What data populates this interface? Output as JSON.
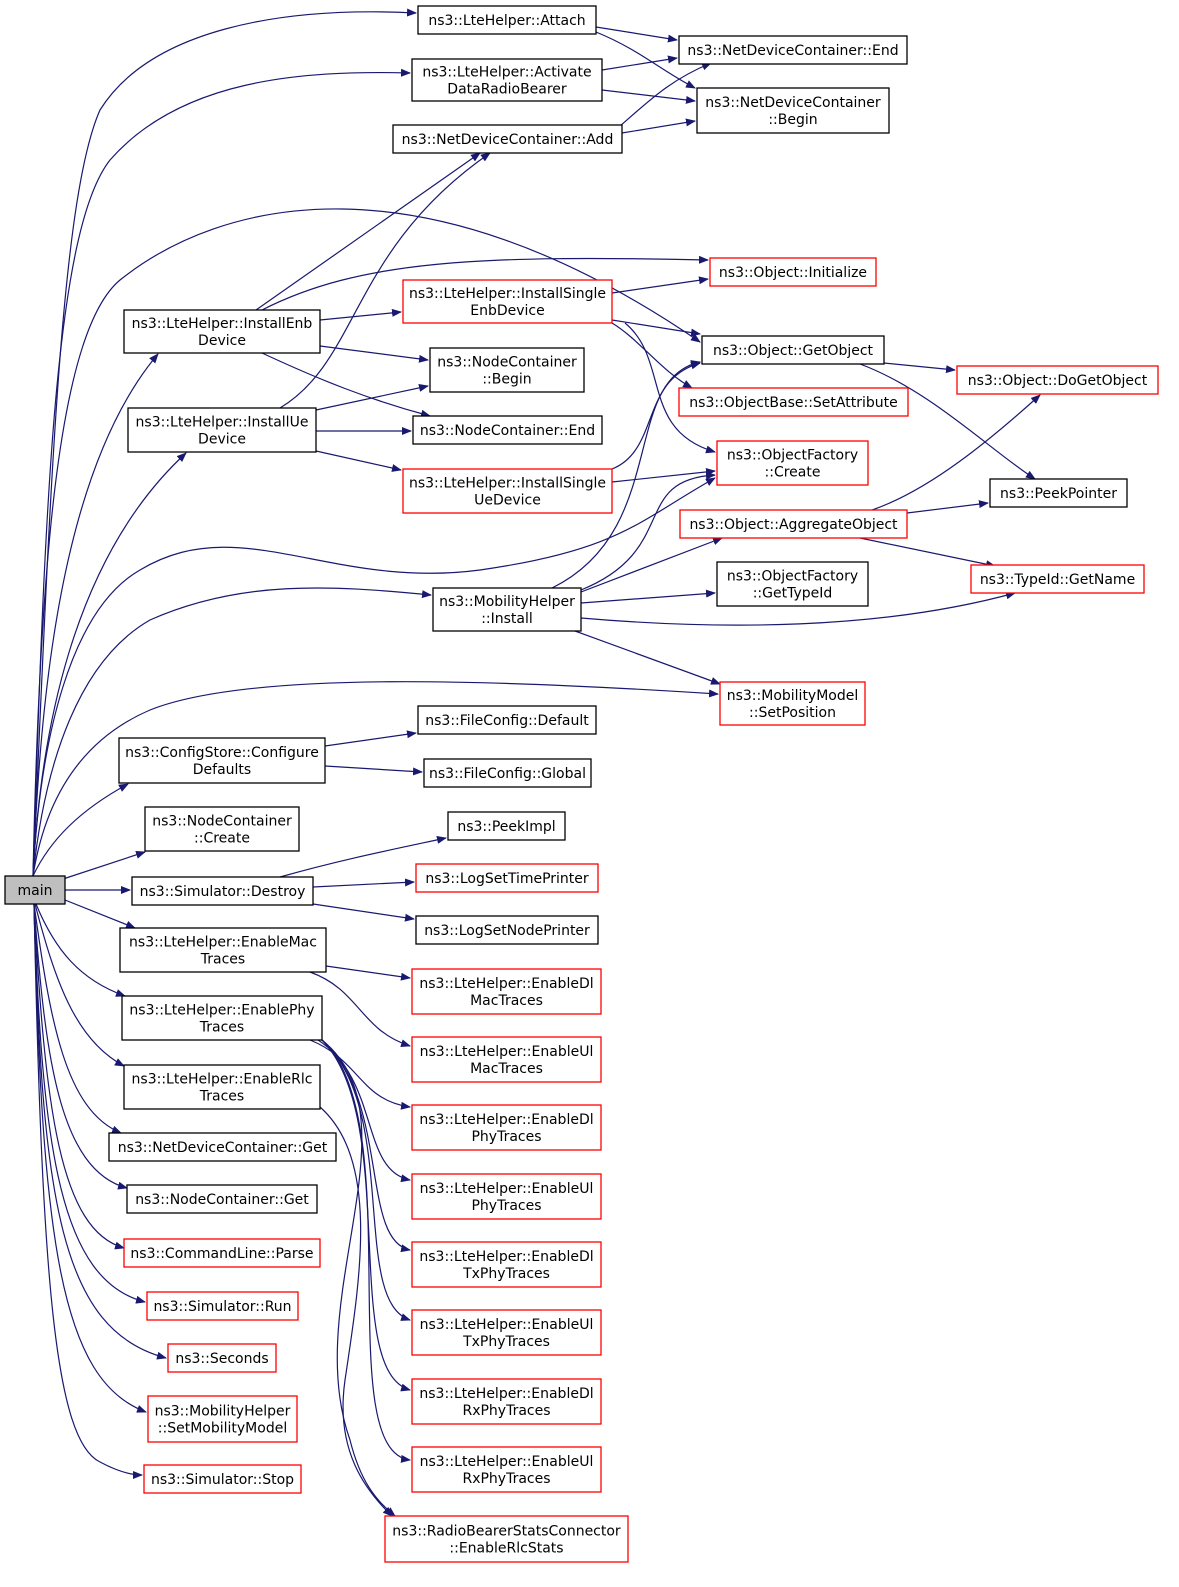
{
  "colors": {
    "edge": "#191970",
    "linked_border": "#000000",
    "undocumented_border": "#ff0000",
    "root_fill": "#bfbfbf",
    "node_fill": "#ffffff"
  },
  "nodes": [
    {
      "id": "main",
      "lines": [
        "main"
      ],
      "kind": "root"
    },
    {
      "id": "attach",
      "lines": [
        "ns3::LteHelper::Attach"
      ],
      "kind": "linked"
    },
    {
      "id": "activate",
      "lines": [
        "ns3::LteHelper::Activate",
        "DataRadioBearer"
      ],
      "kind": "linked"
    },
    {
      "id": "ndc_add",
      "lines": [
        "ns3::NetDeviceContainer::Add"
      ],
      "kind": "linked"
    },
    {
      "id": "ndc_end",
      "lines": [
        "ns3::NetDeviceContainer::End"
      ],
      "kind": "linked"
    },
    {
      "id": "ndc_begin",
      "lines": [
        "ns3::NetDeviceContainer",
        "::Begin"
      ],
      "kind": "linked"
    },
    {
      "id": "obj_init",
      "lines": [
        "ns3::Object::Initialize"
      ],
      "kind": "undocumented"
    },
    {
      "id": "install_single_enb",
      "lines": [
        "ns3::LteHelper::InstallSingle",
        "EnbDevice"
      ],
      "kind": "undocumented"
    },
    {
      "id": "install_enb",
      "lines": [
        "ns3::LteHelper::InstallEnb",
        "Device"
      ],
      "kind": "linked"
    },
    {
      "id": "get_object",
      "lines": [
        "ns3::Object::GetObject"
      ],
      "kind": "linked"
    },
    {
      "id": "do_get_object",
      "lines": [
        "ns3::Object::DoGetObject"
      ],
      "kind": "undocumented"
    },
    {
      "id": "nc_begin",
      "lines": [
        "ns3::NodeContainer",
        "::Begin"
      ],
      "kind": "linked"
    },
    {
      "id": "set_attribute",
      "lines": [
        "ns3::ObjectBase::SetAttribute"
      ],
      "kind": "undocumented"
    },
    {
      "id": "install_ue",
      "lines": [
        "ns3::LteHelper::InstallUe",
        "Device"
      ],
      "kind": "linked"
    },
    {
      "id": "nc_end",
      "lines": [
        "ns3::NodeContainer::End"
      ],
      "kind": "linked"
    },
    {
      "id": "of_create",
      "lines": [
        "ns3::ObjectFactory",
        "::Create"
      ],
      "kind": "undocumented"
    },
    {
      "id": "install_single_ue",
      "lines": [
        "ns3::LteHelper::InstallSingle",
        "UeDevice"
      ],
      "kind": "undocumented"
    },
    {
      "id": "peek_pointer",
      "lines": [
        "ns3::PeekPointer"
      ],
      "kind": "linked"
    },
    {
      "id": "aggregate",
      "lines": [
        "ns3::Object::AggregateObject"
      ],
      "kind": "undocumented"
    },
    {
      "id": "get_name",
      "lines": [
        "ns3::TypeId::GetName"
      ],
      "kind": "undocumented"
    },
    {
      "id": "mobility_install",
      "lines": [
        "ns3::MobilityHelper",
        "::Install"
      ],
      "kind": "linked"
    },
    {
      "id": "of_get_type_id",
      "lines": [
        "ns3::ObjectFactory",
        "::GetTypeId"
      ],
      "kind": "linked"
    },
    {
      "id": "set_position",
      "lines": [
        "ns3::MobilityModel",
        "::SetPosition"
      ],
      "kind": "undocumented"
    },
    {
      "id": "fc_default",
      "lines": [
        "ns3::FileConfig::Default"
      ],
      "kind": "linked"
    },
    {
      "id": "configure_defaults",
      "lines": [
        "ns3::ConfigStore::Configure",
        "Defaults"
      ],
      "kind": "linked"
    },
    {
      "id": "fc_global",
      "lines": [
        "ns3::FileConfig::Global"
      ],
      "kind": "linked"
    },
    {
      "id": "nc_create",
      "lines": [
        "ns3::NodeContainer",
        "::Create"
      ],
      "kind": "linked"
    },
    {
      "id": "peek_impl",
      "lines": [
        "ns3::PeekImpl"
      ],
      "kind": "linked"
    },
    {
      "id": "sim_destroy",
      "lines": [
        "ns3::Simulator::Destroy"
      ],
      "kind": "linked"
    },
    {
      "id": "log_time",
      "lines": [
        "ns3::LogSetTimePrinter"
      ],
      "kind": "undocumented"
    },
    {
      "id": "log_node",
      "lines": [
        "ns3::LogSetNodePrinter"
      ],
      "kind": "linked"
    },
    {
      "id": "enable_mac",
      "lines": [
        "ns3::LteHelper::EnableMac",
        "Traces"
      ],
      "kind": "linked"
    },
    {
      "id": "enable_dl_mac",
      "lines": [
        "ns3::LteHelper::EnableDl",
        "MacTraces"
      ],
      "kind": "undocumented"
    },
    {
      "id": "enable_phy",
      "lines": [
        "ns3::LteHelper::EnablePhy",
        "Traces"
      ],
      "kind": "linked"
    },
    {
      "id": "enable_ul_mac",
      "lines": [
        "ns3::LteHelper::EnableUl",
        "MacTraces"
      ],
      "kind": "undocumented"
    },
    {
      "id": "enable_rlc",
      "lines": [
        "ns3::LteHelper::EnableRlc",
        "Traces"
      ],
      "kind": "linked"
    },
    {
      "id": "enable_dl_phy",
      "lines": [
        "ns3::LteHelper::EnableDl",
        "PhyTraces"
      ],
      "kind": "undocumented"
    },
    {
      "id": "ndc_get",
      "lines": [
        "ns3::NetDeviceContainer::Get"
      ],
      "kind": "linked"
    },
    {
      "id": "enable_ul_phy",
      "lines": [
        "ns3::LteHelper::EnableUl",
        "PhyTraces"
      ],
      "kind": "undocumented"
    },
    {
      "id": "nc_get",
      "lines": [
        "ns3::NodeContainer::Get"
      ],
      "kind": "linked"
    },
    {
      "id": "cmd_parse",
      "lines": [
        "ns3::CommandLine::Parse"
      ],
      "kind": "undocumented"
    },
    {
      "id": "enable_dl_tx",
      "lines": [
        "ns3::LteHelper::EnableDl",
        "TxPhyTraces"
      ],
      "kind": "undocumented"
    },
    {
      "id": "sim_run",
      "lines": [
        "ns3::Simulator::Run"
      ],
      "kind": "undocumented"
    },
    {
      "id": "enable_ul_tx",
      "lines": [
        "ns3::LteHelper::EnableUl",
        "TxPhyTraces"
      ],
      "kind": "undocumented"
    },
    {
      "id": "seconds",
      "lines": [
        "ns3::Seconds"
      ],
      "kind": "undocumented"
    },
    {
      "id": "enable_dl_rx",
      "lines": [
        "ns3::LteHelper::EnableDl",
        "RxPhyTraces"
      ],
      "kind": "undocumented"
    },
    {
      "id": "set_mobility",
      "lines": [
        "ns3::MobilityHelper",
        "::SetMobilityModel"
      ],
      "kind": "undocumented"
    },
    {
      "id": "enable_ul_rx",
      "lines": [
        "ns3::LteHelper::EnableUl",
        "RxPhyTraces"
      ],
      "kind": "undocumented"
    },
    {
      "id": "sim_stop",
      "lines": [
        "ns3::Simulator::Stop"
      ],
      "kind": "undocumented"
    },
    {
      "id": "rlc_stats",
      "lines": [
        "ns3::RadioBearerStatsConnector",
        "::EnableRlcStats"
      ],
      "kind": "undocumented"
    }
  ],
  "edges": [
    [
      "main",
      "attach"
    ],
    [
      "main",
      "activate"
    ],
    [
      "main",
      "get_object"
    ],
    [
      "main",
      "install_enb"
    ],
    [
      "main",
      "install_ue"
    ],
    [
      "main",
      "of_create"
    ],
    [
      "main",
      "mobility_install"
    ],
    [
      "main",
      "set_position"
    ],
    [
      "main",
      "configure_defaults"
    ],
    [
      "main",
      "nc_create"
    ],
    [
      "main",
      "sim_destroy"
    ],
    [
      "main",
      "enable_mac"
    ],
    [
      "main",
      "enable_phy"
    ],
    [
      "main",
      "enable_rlc"
    ],
    [
      "main",
      "ndc_get"
    ],
    [
      "main",
      "nc_get"
    ],
    [
      "main",
      "cmd_parse"
    ],
    [
      "main",
      "sim_run"
    ],
    [
      "main",
      "seconds"
    ],
    [
      "main",
      "set_mobility"
    ],
    [
      "main",
      "sim_stop"
    ],
    [
      "attach",
      "ndc_end"
    ],
    [
      "attach",
      "ndc_begin"
    ],
    [
      "activate",
      "ndc_end"
    ],
    [
      "activate",
      "ndc_begin"
    ],
    [
      "ndc_add",
      "ndc_end"
    ],
    [
      "ndc_add",
      "ndc_begin"
    ],
    [
      "install_enb",
      "ndc_add"
    ],
    [
      "install_enb",
      "obj_init"
    ],
    [
      "install_enb",
      "install_single_enb"
    ],
    [
      "install_enb",
      "nc_begin"
    ],
    [
      "install_enb",
      "nc_end"
    ],
    [
      "install_ue",
      "ndc_add"
    ],
    [
      "install_ue",
      "nc_begin"
    ],
    [
      "install_ue",
      "nc_end"
    ],
    [
      "install_ue",
      "install_single_ue"
    ],
    [
      "install_single_enb",
      "obj_init"
    ],
    [
      "install_single_enb",
      "get_object"
    ],
    [
      "install_single_enb",
      "set_attribute"
    ],
    [
      "install_single_enb",
      "of_create"
    ],
    [
      "install_single_ue",
      "get_object"
    ],
    [
      "install_single_ue",
      "of_create"
    ],
    [
      "get_object",
      "do_get_object"
    ],
    [
      "get_object",
      "peek_pointer"
    ],
    [
      "aggregate",
      "do_get_object"
    ],
    [
      "aggregate",
      "peek_pointer"
    ],
    [
      "aggregate",
      "get_name"
    ],
    [
      "mobility_install",
      "get_object"
    ],
    [
      "mobility_install",
      "of_create"
    ],
    [
      "mobility_install",
      "aggregate"
    ],
    [
      "mobility_install",
      "of_get_type_id"
    ],
    [
      "mobility_install",
      "get_name"
    ],
    [
      "mobility_install",
      "set_position"
    ],
    [
      "configure_defaults",
      "fc_default"
    ],
    [
      "configure_defaults",
      "fc_global"
    ],
    [
      "sim_destroy",
      "peek_impl"
    ],
    [
      "sim_destroy",
      "log_time"
    ],
    [
      "sim_destroy",
      "log_node"
    ],
    [
      "enable_mac",
      "enable_dl_mac"
    ],
    [
      "enable_mac",
      "enable_ul_mac"
    ],
    [
      "enable_phy",
      "enable_dl_phy"
    ],
    [
      "enable_phy",
      "enable_ul_phy"
    ],
    [
      "enable_phy",
      "enable_dl_tx"
    ],
    [
      "enable_phy",
      "enable_ul_tx"
    ],
    [
      "enable_phy",
      "enable_dl_rx"
    ],
    [
      "enable_phy",
      "enable_ul_rx"
    ],
    [
      "enable_phy",
      "rlc_stats"
    ],
    [
      "enable_rlc",
      "rlc_stats"
    ]
  ]
}
